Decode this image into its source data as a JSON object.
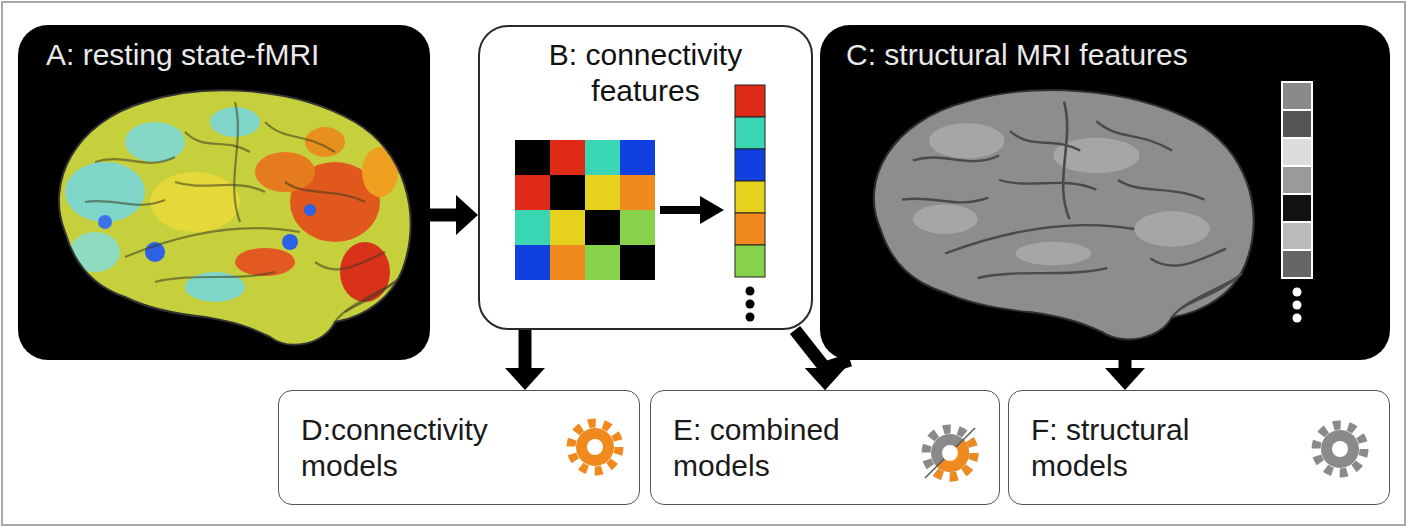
{
  "diagram": {
    "nodes": [
      {
        "text": [
          "A: resting state-fMRI"
        ]
      },
      {
        "text": [
          "B: connectivity features"
        ]
      },
      {
        "text": [
          "C: structural MRI features"
        ]
      },
      {
        "text": [
          "D:connectivity models"
        ]
      },
      {
        "text": [
          "E: combined models"
        ]
      },
      {
        "text": [
          "F: structural models"
        ]
      }
    ],
    "edges": [
      {
        "from": 0,
        "to": 1,
        "arrow": "to"
      },
      {
        "from": 1,
        "to": 3,
        "arrow": "to"
      },
      {
        "from": 1,
        "to": 4,
        "arrow": "to"
      },
      {
        "from": 2,
        "to": 4,
        "arrow": "to"
      },
      {
        "from": 2,
        "to": 5,
        "arrow": "to"
      }
    ]
  }
}
